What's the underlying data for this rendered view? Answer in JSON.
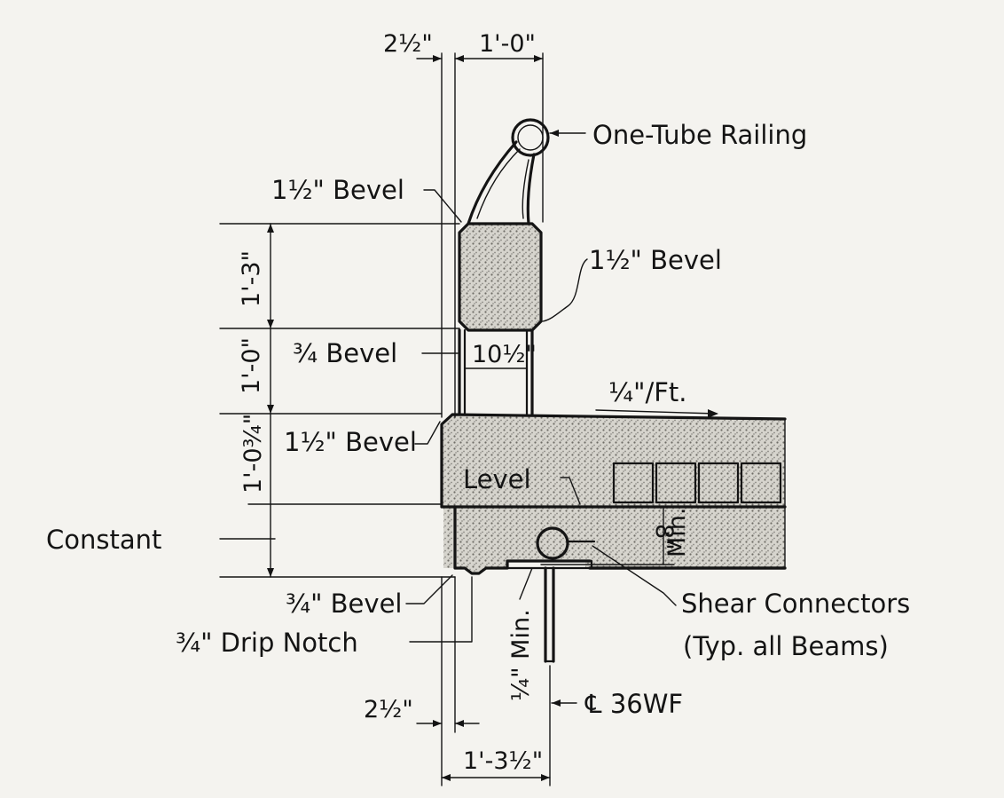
{
  "labels": {
    "railing": "One-Tube Railing",
    "bevel_top_left": "1½\" Bevel",
    "bevel_top_right": "1½\" Bevel",
    "bevel_mid": "¾ Bevel",
    "bevel_curb": "1½\" Bevel",
    "level": "Level",
    "slope": "¼\"/Ft.",
    "constant": "Constant",
    "bevel_bottom": "¾\" Bevel",
    "drip_notch": "¾\" Drip Notch",
    "shear_connectors": "Shear Connectors",
    "shear_note": "(Typ. all Beams)",
    "beam": "℄ 36WF"
  },
  "dimensions": {
    "top_offset": "2½\"",
    "top_width": "1'-0\"",
    "post_height": "1'-3\"",
    "rail_height": "1'-0\"",
    "post_width": "10½\"",
    "curb_height": "1'-0¾\"",
    "haunch": "8\"",
    "haunch_note": "Min.",
    "flange_min": "¼\" Min.",
    "bottom_offset": "2½\"",
    "bottom_width": "1'-3½\""
  }
}
